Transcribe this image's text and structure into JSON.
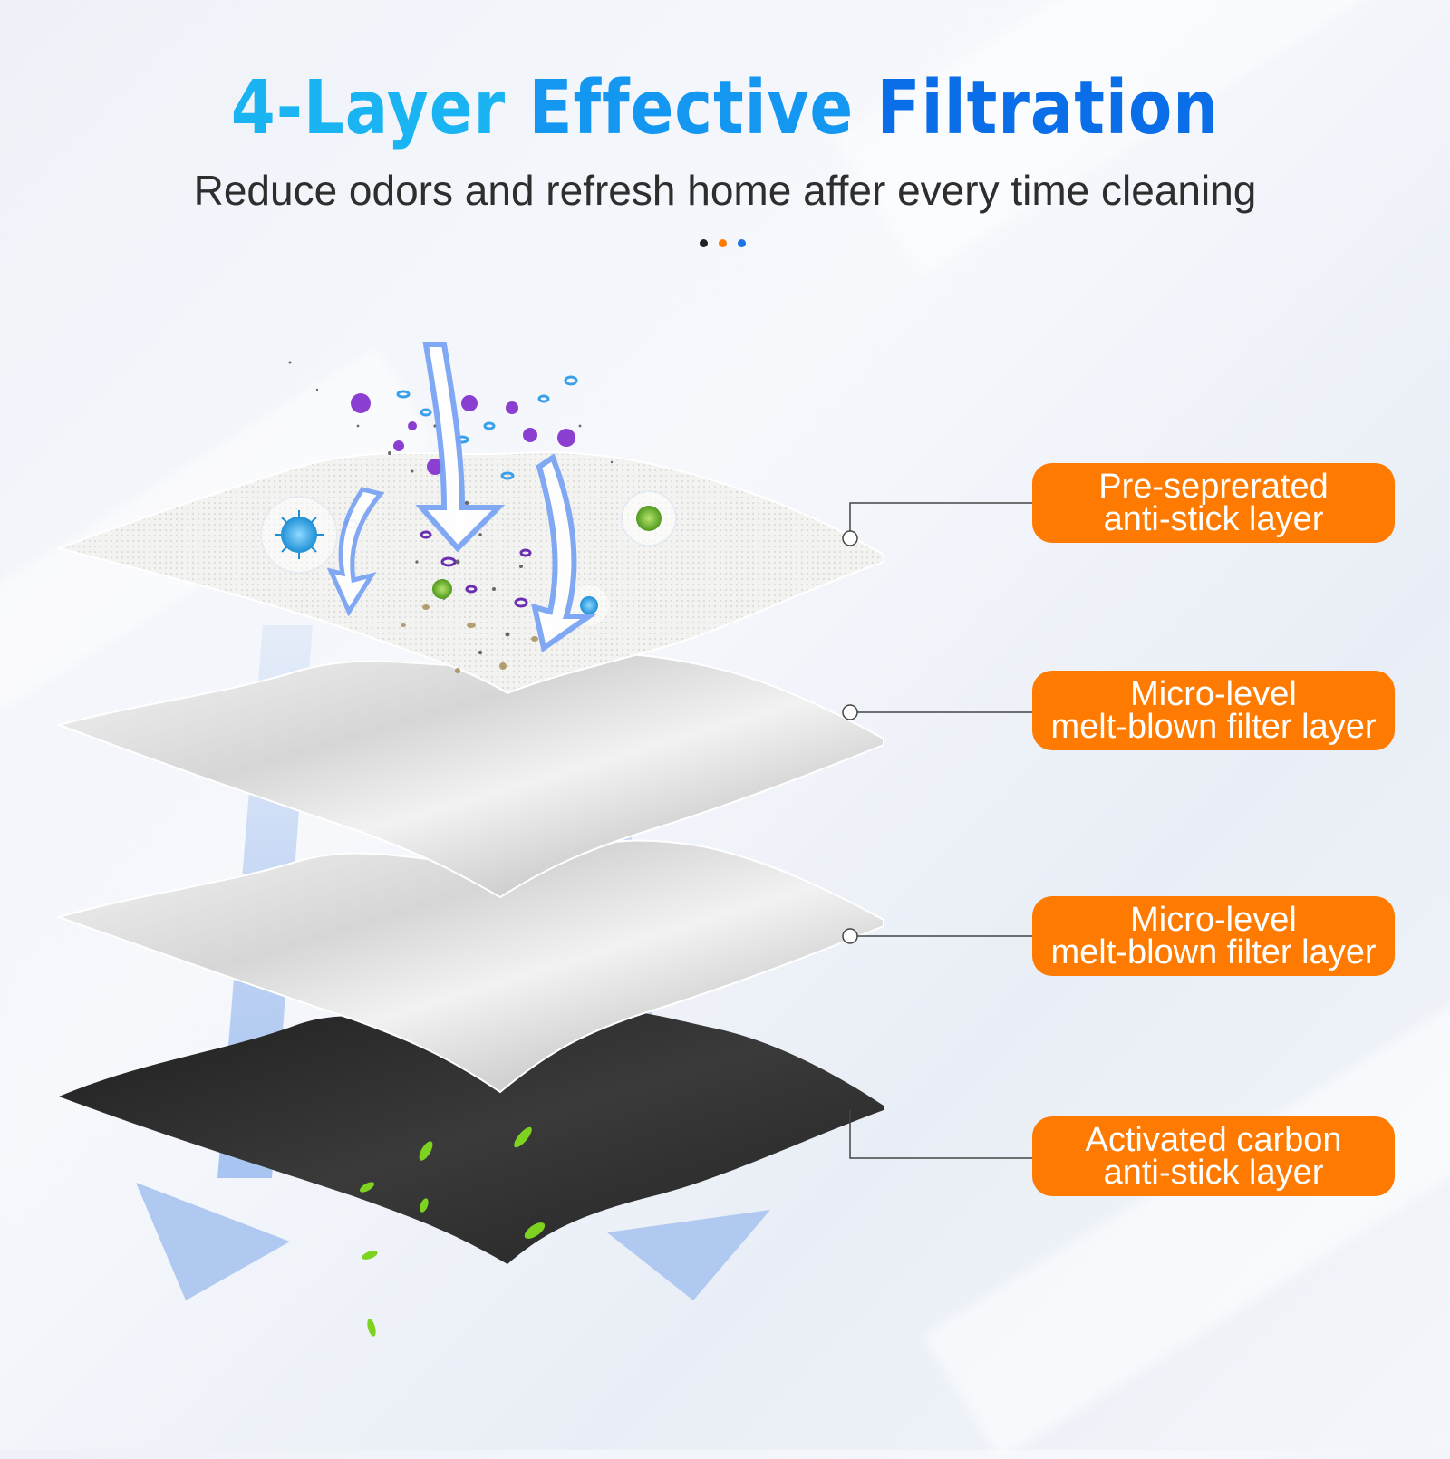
{
  "header": {
    "title_part1": "4-Layer",
    "title_part2": "Effective",
    "title_part3": "Filtration",
    "subtitle": "Reduce odors and refresh home affer every time cleaning",
    "dot_colors": [
      "#222222",
      "#ff7a00",
      "#1a73e8"
    ]
  },
  "layers": [
    {
      "line1": "Pre-seprerated",
      "line2": "anti-stick layer"
    },
    {
      "line1": "Micro-level",
      "line2": "melt-blown filter layer"
    },
    {
      "line1": "Micro-level",
      "line2": "melt-blown filter layer"
    },
    {
      "line1": "Activated carbon",
      "line2": "anti-stick layer"
    }
  ],
  "colors": {
    "label_background": "#ff7a00",
    "label_text": "#ffffff",
    "carbon_layer": "#2b2b2b",
    "airflow_arrow": "#a9c4f0"
  }
}
